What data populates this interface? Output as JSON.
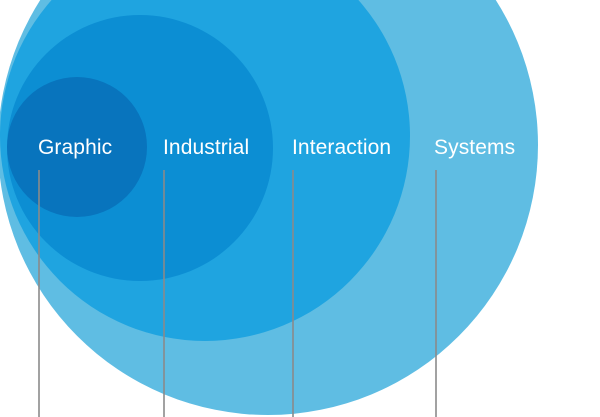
{
  "diagram": {
    "circles": [
      {
        "label": "Systems",
        "color": "#5fbde3"
      },
      {
        "label": "Interaction",
        "color": "#1fa4e0"
      },
      {
        "label": "Industrial",
        "color": "#0c8ed3"
      },
      {
        "label": "Graphic",
        "color": "#0874bd"
      }
    ],
    "leader_line_color": "#8a8a8a",
    "background": "#ffffff"
  }
}
